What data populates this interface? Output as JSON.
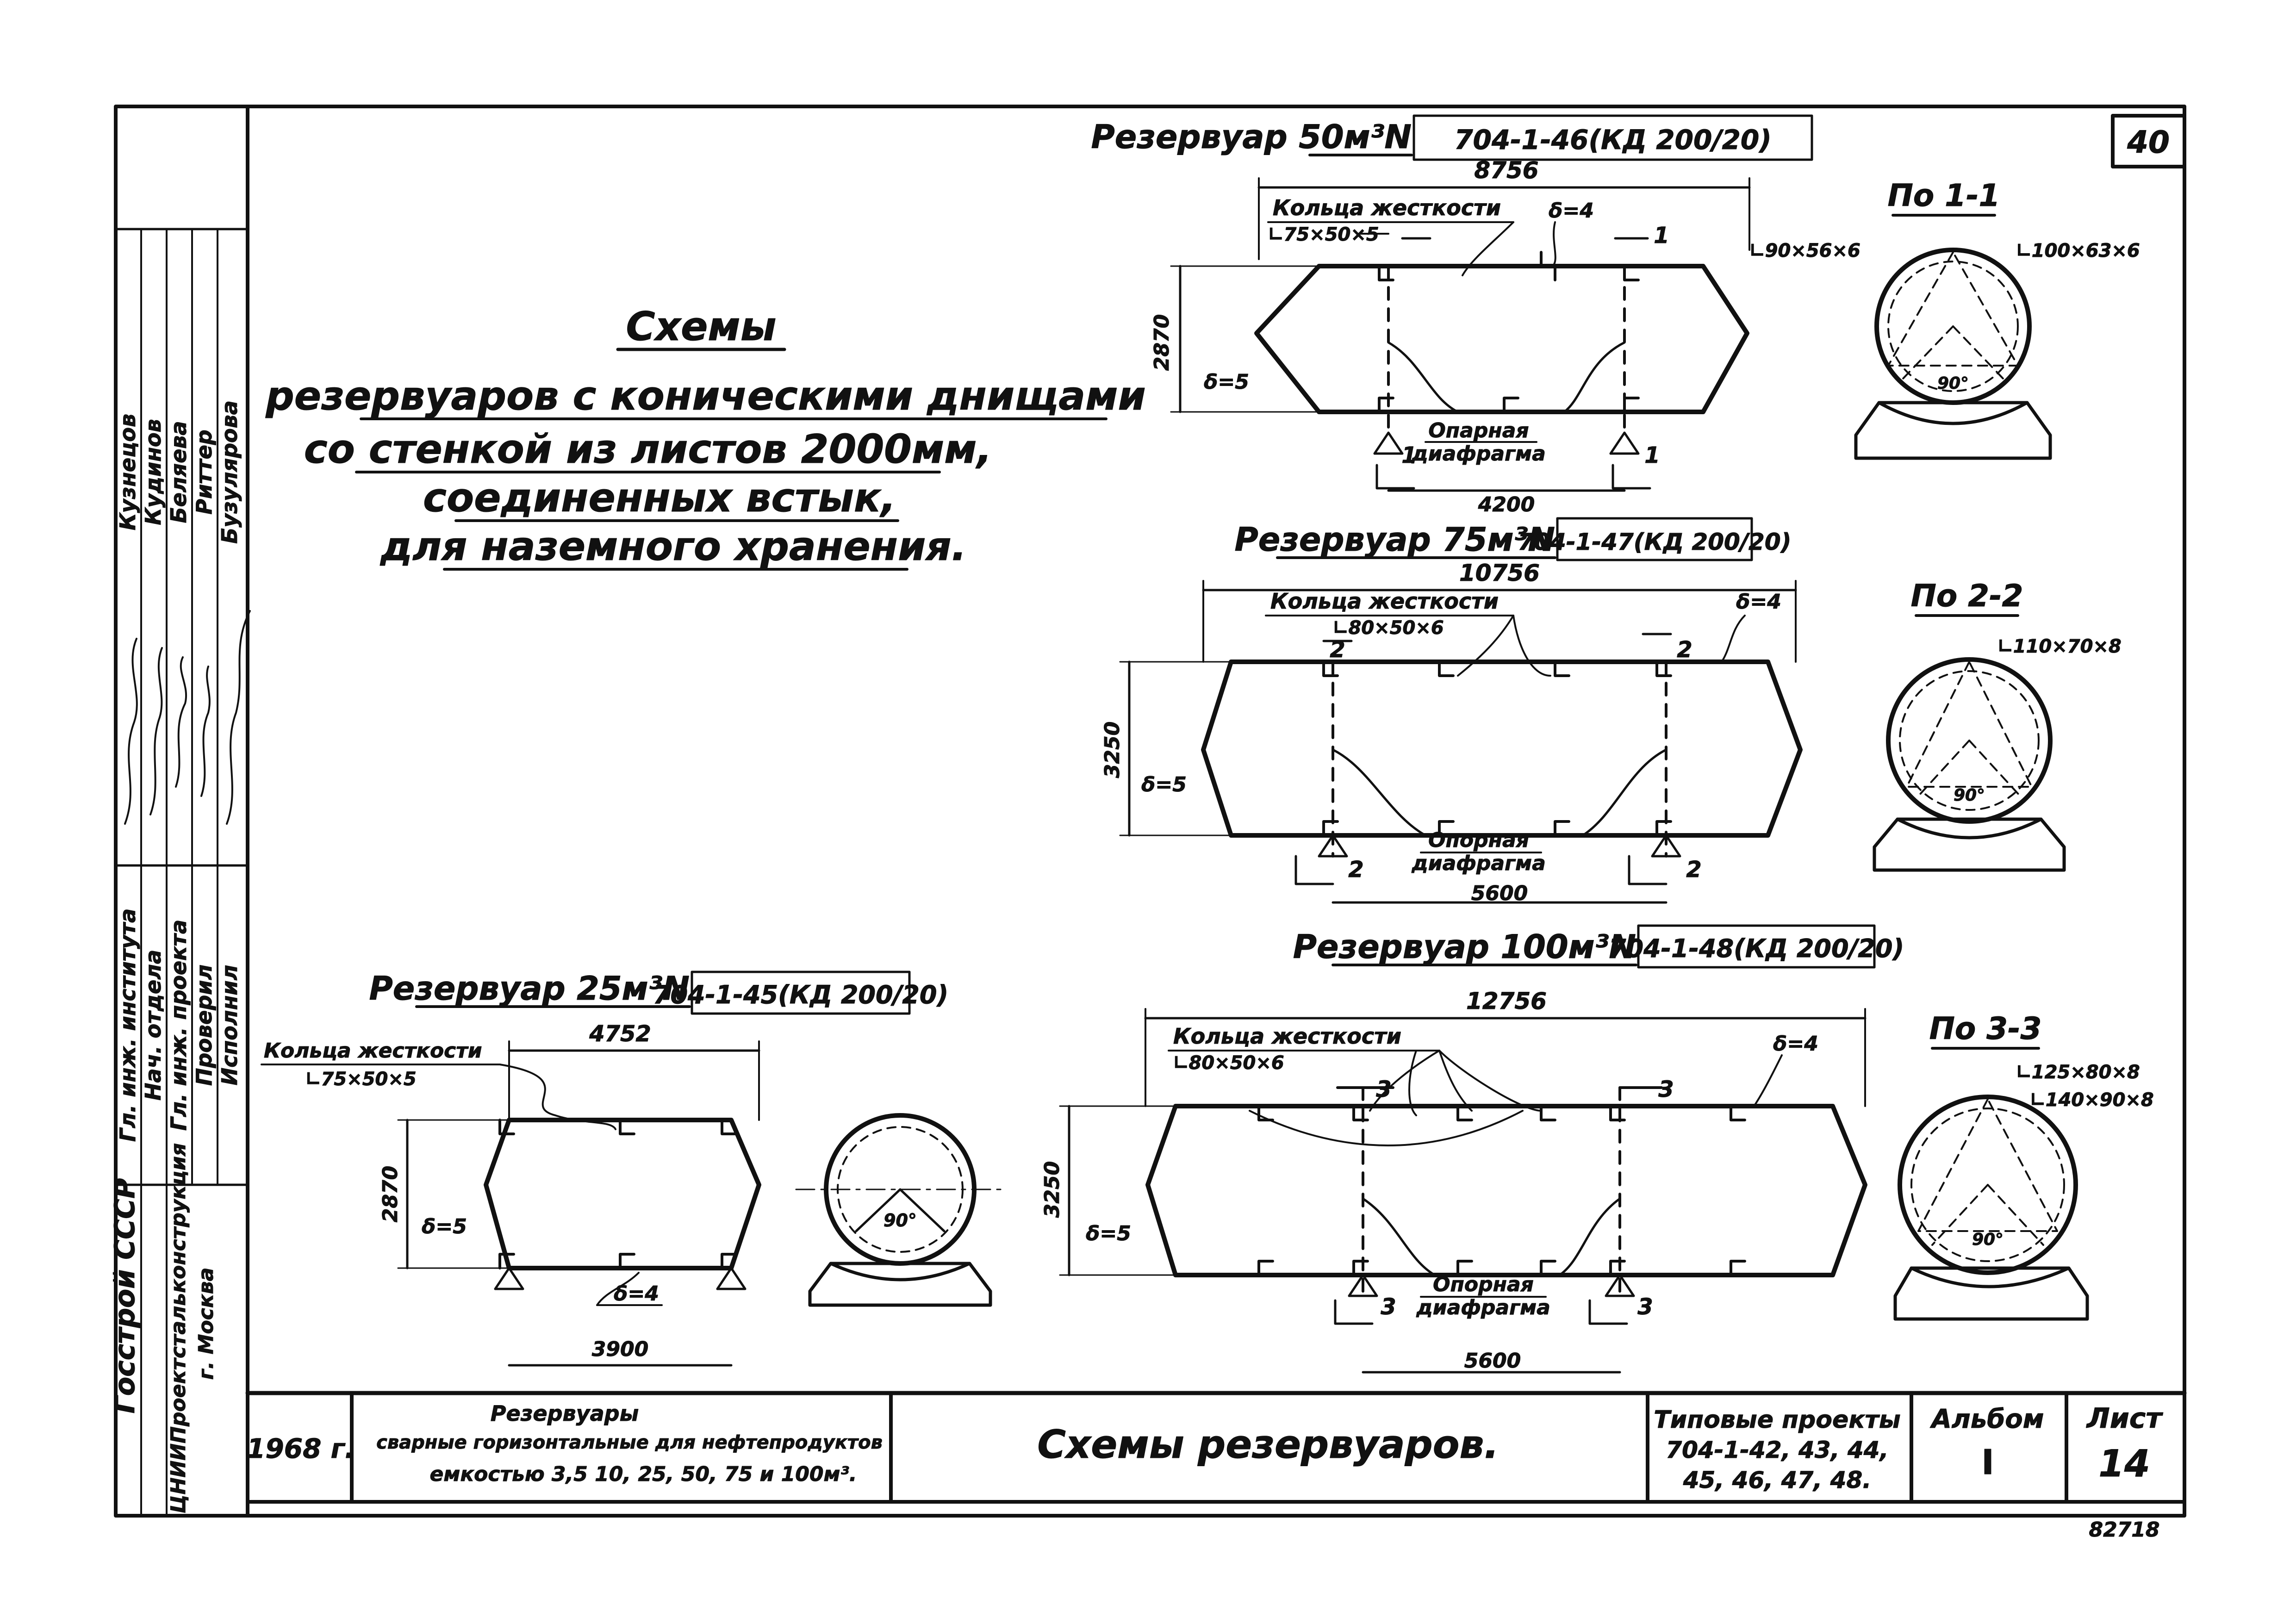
{
  "sheet": {
    "page_number": "40",
    "archive_number": "82718"
  },
  "heading": {
    "line1": "Схемы",
    "line2": "резервуаров с коническими днищами",
    "line3": "со стенкой из листов 2000мм,",
    "line4": "соединенных встык,",
    "line5": "для наземного хранения."
  },
  "tank50": {
    "title": "Резервуар 50м³N",
    "code": "704-1-46(КД 200/20)",
    "overall": "8756",
    "span": "4200",
    "height": "2870",
    "ring_label": "Кольца жесткости",
    "ring_profile": "∟75×50×5",
    "shell_thk": "δ=4",
    "head_thk": "δ=5",
    "diaphragm_1": "Опарная",
    "diaphragm_2": "диафрагма",
    "cut_mark": "1",
    "section_title": "По 1-1",
    "sec_a": "∟90×56×6",
    "sec_b": "∟100×63×6",
    "sec_angle": "90°"
  },
  "tank75": {
    "title": "Резервуар 75м³N",
    "code": "704-1-47(КД 200/20)",
    "overall": "10756",
    "span": "5600",
    "height": "3250",
    "ring_label": "Кольца жесткости",
    "ring_profile": "∟80×50×6",
    "shell_thk": "δ=4",
    "head_thk": "δ=5",
    "diaphragm_1": "Опорная",
    "diaphragm_2": "диафрагма",
    "cut_mark": "2",
    "section_title": "По 2-2",
    "sec_a": "∟110×70×8",
    "sec_angle": "90°"
  },
  "tank100": {
    "title": "Резервуар 100м³N",
    "code": "704-1-48(КД 200/20)",
    "overall": "12756",
    "span": "5600",
    "height": "3250",
    "ring_label": "Кольца жесткости",
    "ring_profile": "∟80×50×6",
    "shell_thk": "δ=4",
    "head_thk": "δ=5",
    "diaphragm_1": "Опорная",
    "diaphragm_2": "диафрагма",
    "cut_mark": "3",
    "section_title": "По 3-3",
    "sec_a": "∟125×80×8",
    "sec_b": "∟140×90×8",
    "sec_angle": "90°"
  },
  "tank25": {
    "title": "Резервуар 25м³N",
    "code": "704-1-45(КД 200/20)",
    "overall": "4752",
    "span": "3900",
    "height": "2870",
    "ring_label": "Кольца жесткости",
    "ring_profile": "∟75×50×5",
    "shell_thk": "δ=4",
    "head_thk": "δ=5",
    "sec_angle": "90°"
  },
  "side_stamp": {
    "org1": "Госстрой СССР",
    "org2": "ЦНИИПроектстальконструкция",
    "city": "г. Москва",
    "roles": [
      "Гл. инж. института",
      "Нач. отдела",
      "Гл. инж. проекта",
      "Проверил",
      "Исполнил"
    ],
    "names": [
      "Кузнецов",
      "Кудинов",
      "Беляева",
      "Риттер",
      "Бузулярова"
    ]
  },
  "title_block": {
    "year": "1968 г.",
    "desc1": "Резервуары",
    "desc2": "сварные горизонтальные для нефтепродуктов",
    "desc3": "емкостью 3,5 10, 25, 50, 75 и 100м³.",
    "title": "Схемы резервуаров.",
    "series_label": "Типовые проекты",
    "series_1": "704-1-42, 43, 44,",
    "series_2": "45, 46, 47, 48.",
    "album_label": "Альбом",
    "album": "I",
    "sheet_label": "Лист",
    "sheet": "14"
  }
}
